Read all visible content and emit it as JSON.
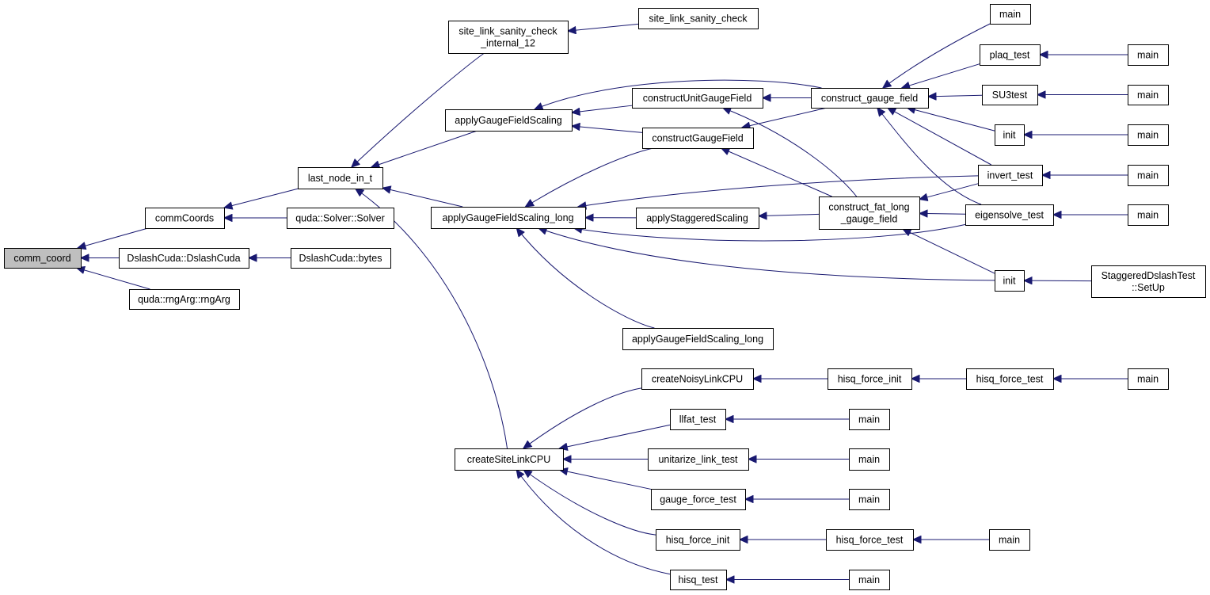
{
  "colors": {
    "edge": "#191970",
    "node_fill": "#ffffff",
    "root_fill": "#bfbfbf",
    "border": "#000000"
  },
  "nodes": [
    {
      "id": "comm_coord",
      "lines": [
        "comm_coord"
      ],
      "root": true
    },
    {
      "id": "commCoords",
      "lines": [
        "commCoords"
      ]
    },
    {
      "id": "DslashCuda_DslashCuda",
      "lines": [
        "DslashCuda::DslashCuda"
      ]
    },
    {
      "id": "rngArg",
      "lines": [
        "quda::rngArg::rngArg"
      ]
    },
    {
      "id": "last_node_in_t",
      "lines": [
        "last_node_in_t"
      ]
    },
    {
      "id": "Solver",
      "lines": [
        "quda::Solver::Solver"
      ]
    },
    {
      "id": "DslashCuda_bytes",
      "lines": [
        "DslashCuda::bytes"
      ]
    },
    {
      "id": "sanity_internal",
      "lines": [
        "site_link_sanity_check",
        "_internal_12"
      ]
    },
    {
      "id": "applyGFS",
      "lines": [
        "applyGaugeFieldScaling"
      ]
    },
    {
      "id": "applyGFSL",
      "lines": [
        "applyGaugeFieldScaling_long"
      ]
    },
    {
      "id": "createSiteLinkCPU",
      "lines": [
        "createSiteLinkCPU"
      ]
    },
    {
      "id": "sanity",
      "lines": [
        "site_link_sanity_check"
      ]
    },
    {
      "id": "constructUnitGaugeField",
      "lines": [
        "constructUnitGaugeField"
      ]
    },
    {
      "id": "constructGaugeField",
      "lines": [
        "constructGaugeField"
      ]
    },
    {
      "id": "applyStaggeredScaling",
      "lines": [
        "applyStaggeredScaling"
      ]
    },
    {
      "id": "applyGFSL2",
      "lines": [
        "applyGaugeFieldScaling_long"
      ]
    },
    {
      "id": "createNoisyLinkCPU",
      "lines": [
        "createNoisyLinkCPU"
      ]
    },
    {
      "id": "llfat_test",
      "lines": [
        "llfat_test"
      ]
    },
    {
      "id": "unitarize_link_test",
      "lines": [
        "unitarize_link_test"
      ]
    },
    {
      "id": "gauge_force_test",
      "lines": [
        "gauge_force_test"
      ]
    },
    {
      "id": "hisq_force_init_b",
      "lines": [
        "hisq_force_init"
      ]
    },
    {
      "id": "hisq_test",
      "lines": [
        "hisq_test"
      ]
    },
    {
      "id": "construct_gauge_field",
      "lines": [
        "construct_gauge_field"
      ]
    },
    {
      "id": "construct_fat_long",
      "lines": [
        "construct_fat_long",
        "_gauge_field"
      ]
    },
    {
      "id": "hisq_force_init_a",
      "lines": [
        "hisq_force_init"
      ]
    },
    {
      "id": "main_llfat",
      "lines": [
        "main"
      ]
    },
    {
      "id": "main_unitarize",
      "lines": [
        "main"
      ]
    },
    {
      "id": "main_gauge",
      "lines": [
        "main"
      ]
    },
    {
      "id": "hisq_force_test_b",
      "lines": [
        "hisq_force_test"
      ]
    },
    {
      "id": "main_hisq_test",
      "lines": [
        "main"
      ]
    },
    {
      "id": "main_top",
      "lines": [
        "main"
      ]
    },
    {
      "id": "plaq_test",
      "lines": [
        "plaq_test"
      ]
    },
    {
      "id": "SU3test",
      "lines": [
        "SU3test"
      ]
    },
    {
      "id": "init_a",
      "lines": [
        "init"
      ]
    },
    {
      "id": "invert_test",
      "lines": [
        "invert_test"
      ]
    },
    {
      "id": "eigensolve_test",
      "lines": [
        "eigensolve_test"
      ]
    },
    {
      "id": "init_b",
      "lines": [
        "init"
      ]
    },
    {
      "id": "hisq_force_test_a",
      "lines": [
        "hisq_force_test"
      ]
    },
    {
      "id": "main_hisq_force_b",
      "lines": [
        "main"
      ]
    },
    {
      "id": "main_plaq",
      "lines": [
        "main"
      ]
    },
    {
      "id": "main_su3",
      "lines": [
        "main"
      ]
    },
    {
      "id": "main_init",
      "lines": [
        "main"
      ]
    },
    {
      "id": "main_invert",
      "lines": [
        "main"
      ]
    },
    {
      "id": "main_eigen",
      "lines": [
        "main"
      ]
    },
    {
      "id": "setup",
      "lines": [
        "StaggeredDslashTest",
        "::SetUp"
      ]
    },
    {
      "id": "main_hisq_force_a",
      "lines": [
        "main"
      ]
    }
  ],
  "edges": [
    [
      "comm_coord",
      "commCoords"
    ],
    [
      "comm_coord",
      "DslashCuda_DslashCuda"
    ],
    [
      "comm_coord",
      "rngArg"
    ],
    [
      "commCoords",
      "last_node_in_t"
    ],
    [
      "commCoords",
      "Solver"
    ],
    [
      "DslashCuda_DslashCuda",
      "DslashCuda_bytes"
    ],
    [
      "last_node_in_t",
      "sanity_internal"
    ],
    [
      "last_node_in_t",
      "applyGFS"
    ],
    [
      "last_node_in_t",
      "applyGFSL"
    ],
    [
      "last_node_in_t",
      "createSiteLinkCPU"
    ],
    [
      "sanity_internal",
      "sanity"
    ],
    [
      "applyGFS",
      "constructUnitGaugeField"
    ],
    [
      "applyGFS",
      "constructGaugeField"
    ],
    [
      "applyGFS",
      "construct_gauge_field"
    ],
    [
      "applyGFSL",
      "constructGaugeField"
    ],
    [
      "applyGFSL",
      "invert_test"
    ],
    [
      "applyGFSL",
      "applyStaggeredScaling"
    ],
    [
      "applyGFSL",
      "eigensolve_test"
    ],
    [
      "applyGFSL",
      "init_b"
    ],
    [
      "applyGFSL",
      "applyGFSL2"
    ],
    [
      "constructUnitGaugeField",
      "construct_gauge_field"
    ],
    [
      "constructUnitGaugeField",
      "construct_fat_long"
    ],
    [
      "constructGaugeField",
      "construct_gauge_field"
    ],
    [
      "constructGaugeField",
      "construct_fat_long"
    ],
    [
      "applyStaggeredScaling",
      "construct_fat_long"
    ],
    [
      "construct_gauge_field",
      "main_top"
    ],
    [
      "construct_gauge_field",
      "plaq_test"
    ],
    [
      "construct_gauge_field",
      "SU3test"
    ],
    [
      "construct_gauge_field",
      "init_a"
    ],
    [
      "construct_gauge_field",
      "invert_test"
    ],
    [
      "construct_gauge_field",
      "eigensolve_test"
    ],
    [
      "construct_fat_long",
      "invert_test"
    ],
    [
      "construct_fat_long",
      "eigensolve_test"
    ],
    [
      "construct_fat_long",
      "init_b"
    ],
    [
      "plaq_test",
      "main_plaq"
    ],
    [
      "SU3test",
      "main_su3"
    ],
    [
      "init_a",
      "main_init"
    ],
    [
      "invert_test",
      "main_invert"
    ],
    [
      "eigensolve_test",
      "main_eigen"
    ],
    [
      "init_b",
      "setup"
    ],
    [
      "createSiteLinkCPU",
      "createNoisyLinkCPU"
    ],
    [
      "createSiteLinkCPU",
      "llfat_test"
    ],
    [
      "createSiteLinkCPU",
      "unitarize_link_test"
    ],
    [
      "createSiteLinkCPU",
      "gauge_force_test"
    ],
    [
      "createSiteLinkCPU",
      "hisq_force_init_b"
    ],
    [
      "createSiteLinkCPU",
      "hisq_test"
    ],
    [
      "createNoisyLinkCPU",
      "hisq_force_init_a"
    ],
    [
      "hisq_force_init_a",
      "hisq_force_test_a"
    ],
    [
      "hisq_force_test_a",
      "main_hisq_force_a"
    ],
    [
      "llfat_test",
      "main_llfat"
    ],
    [
      "unitarize_link_test",
      "main_unitarize"
    ],
    [
      "gauge_force_test",
      "main_gauge"
    ],
    [
      "hisq_force_init_b",
      "hisq_force_test_b"
    ],
    [
      "hisq_force_test_b",
      "main_hisq_force_b"
    ],
    [
      "hisq_test",
      "main_hisq_test"
    ]
  ]
}
